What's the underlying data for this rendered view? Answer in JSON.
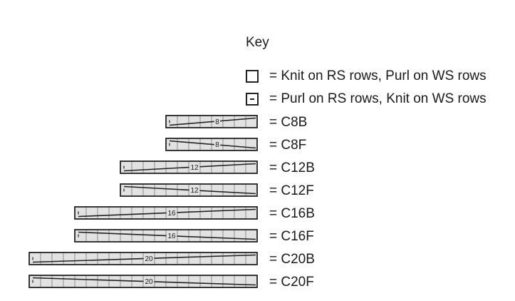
{
  "key": {
    "title": "Key",
    "stitches": [
      {
        "symbol": "empty-square",
        "label": "= Knit on RS rows, Purl on WS rows"
      },
      {
        "symbol": "square-with-dash",
        "label": "= Purl on RS rows, Knit on WS rows"
      }
    ],
    "cables": [
      {
        "count": 8,
        "direction": "back",
        "number_label": "8",
        "label": "= C8B"
      },
      {
        "count": 8,
        "direction": "forward",
        "number_label": "8",
        "label": "= C8F"
      },
      {
        "count": 12,
        "direction": "back",
        "number_label": "12",
        "label": "= C12B"
      },
      {
        "count": 12,
        "direction": "forward",
        "number_label": "12",
        "label": "= C12F"
      },
      {
        "count": 16,
        "direction": "back",
        "number_label": "16",
        "label": "= C16B"
      },
      {
        "count": 16,
        "direction": "forward",
        "number_label": "16",
        "label": "= C16F"
      },
      {
        "count": 20,
        "direction": "back",
        "number_label": "20",
        "label": "= C20B"
      },
      {
        "count": 20,
        "direction": "forward",
        "number_label": "20",
        "label": "= C20F"
      }
    ],
    "colors": {
      "cable_fill": "#e2e2e2",
      "line": "#222222",
      "grid": "#7a7a7a"
    }
  }
}
